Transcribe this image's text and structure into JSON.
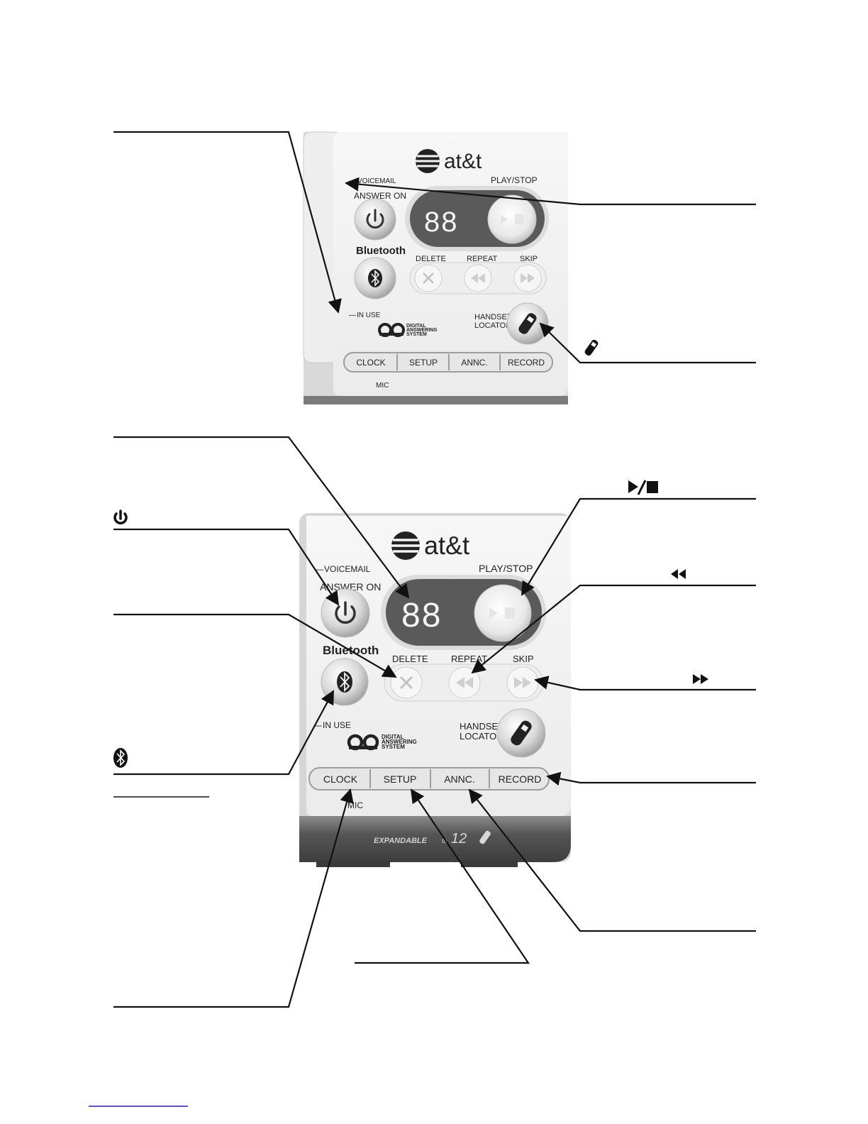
{
  "panel_labels": {
    "brand": "at&t",
    "voicemail": "VOICEMAIL",
    "answer_on": "ANSWER ON",
    "bluetooth": "Bluetooth",
    "play_stop": "PLAY/STOP",
    "display_digits": "88",
    "delete": "DELETE",
    "repeat": "REPEAT",
    "skip": "SKIP",
    "in_use": "IN USE",
    "das_line1": "DIGITAL",
    "das_line2": "ANSWERING",
    "das_line3": "SYSTEM",
    "handset_line1": "HANDSET",
    "handset_line2": "LOCATOR",
    "clock": "CLOCK",
    "setup": "SETUP",
    "annc": "ANNC.",
    "record": "RECORD",
    "mic": "MIC",
    "expandable": "EXPANDABLE",
    "expandable_to": "to",
    "expandable_num": "12"
  },
  "icons": {
    "power": "power-icon",
    "bluetooth": "bluetooth-icon",
    "play_stop": "play-stop-icon",
    "repeat": "rewind-icon",
    "skip": "fast-forward-icon",
    "handset": "handset-icon",
    "delete": "x-icon"
  },
  "colors": {
    "panel_light": "#f4f4f4",
    "panel_dark": "#6e6e6e",
    "display_bg": "#555555",
    "display_text": "#f4f4f4",
    "footer_dark": "#4a4a4a",
    "line": "#111111"
  }
}
